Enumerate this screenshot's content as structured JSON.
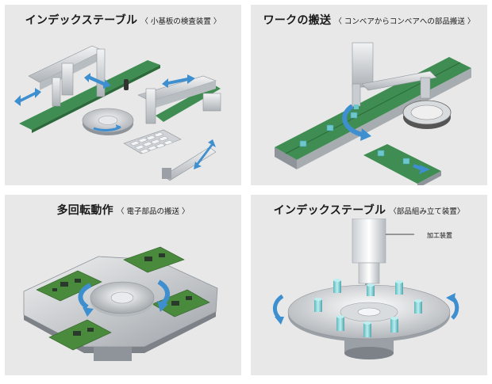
{
  "panels": [
    {
      "title": "インデックステーブル",
      "subtitle": "〈 小基板の検査装置 〉",
      "illustration": "index-table-inspection-machine"
    },
    {
      "title": "ワークの搬送",
      "subtitle": "〈 コンベアからコンベアへの部品搬送 〉",
      "illustration": "conveyor-to-conveyor-transfer"
    },
    {
      "title": "多回転動作",
      "subtitle": "〈 電子部品の搬送 〉",
      "illustration": "multi-rotation-pcb-transfer"
    },
    {
      "title": "インデックステーブル",
      "subtitle": "〈部品組み立て装置〉",
      "illustration": "index-table-assembly-machine",
      "callout": "加工装置"
    }
  ],
  "colors": {
    "panel_bg": "#e8e8e8",
    "arrow_blue": "#3d8fd0",
    "conveyor_green": "#3f8d52",
    "pcb_green": "#4a8a3c",
    "workpiece_cyan": "#6fc7cc",
    "metal_light": "#d9dcdf",
    "metal_dark": "#8e949a"
  }
}
